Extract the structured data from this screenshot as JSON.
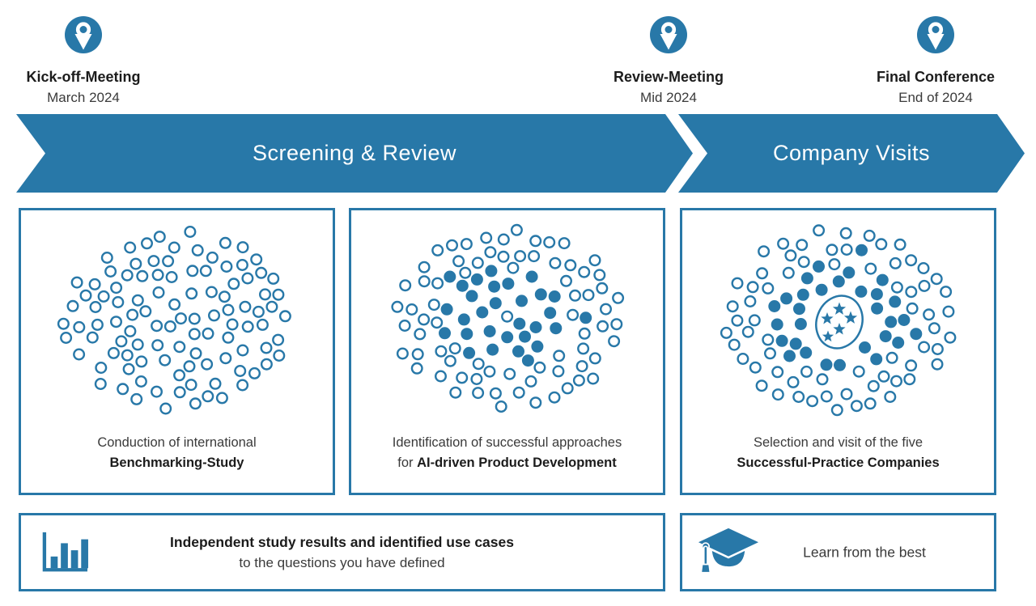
{
  "colors": {
    "accent": "#2878a8",
    "text_primary": "#1c1c1c",
    "text_secondary": "#3a3a3a",
    "background": "#ffffff",
    "arrow_text": "#ffffff"
  },
  "milestones": [
    {
      "icon": "location-pin-icon",
      "title": "Kick-off-Meeting",
      "date": "March 2024"
    },
    {
      "icon": "location-pin-icon",
      "title": "Review-Meeting",
      "date": "Mid 2024"
    },
    {
      "icon": "location-pin-icon",
      "title": "Final Conference",
      "date": "End of 2024"
    }
  ],
  "phases": [
    {
      "label": "Screening & Review"
    },
    {
      "label": "Company Visits"
    }
  ],
  "steps": [
    {
      "visual": "dot-cluster-open",
      "caption_regular": "Conduction of international",
      "caption_bold": "Benchmarking-Study"
    },
    {
      "visual": "dot-cluster-filled-core",
      "caption_regular": "Identification of successful approaches for ",
      "caption_bold": "AI-driven Product Development"
    },
    {
      "visual": "dot-cluster-star-ellipse",
      "caption_regular": "Selection and visit of the five",
      "caption_bold": "Successful-Practice Companies",
      "star_count": 5
    }
  ],
  "outcomes": [
    {
      "icon": "bar-chart-icon",
      "line_bold": "Independent study results and identified use cases",
      "line_regular": "to the questions you have defined"
    },
    {
      "icon": "graduation-cap-icon",
      "text": "Learn from the best"
    }
  ]
}
